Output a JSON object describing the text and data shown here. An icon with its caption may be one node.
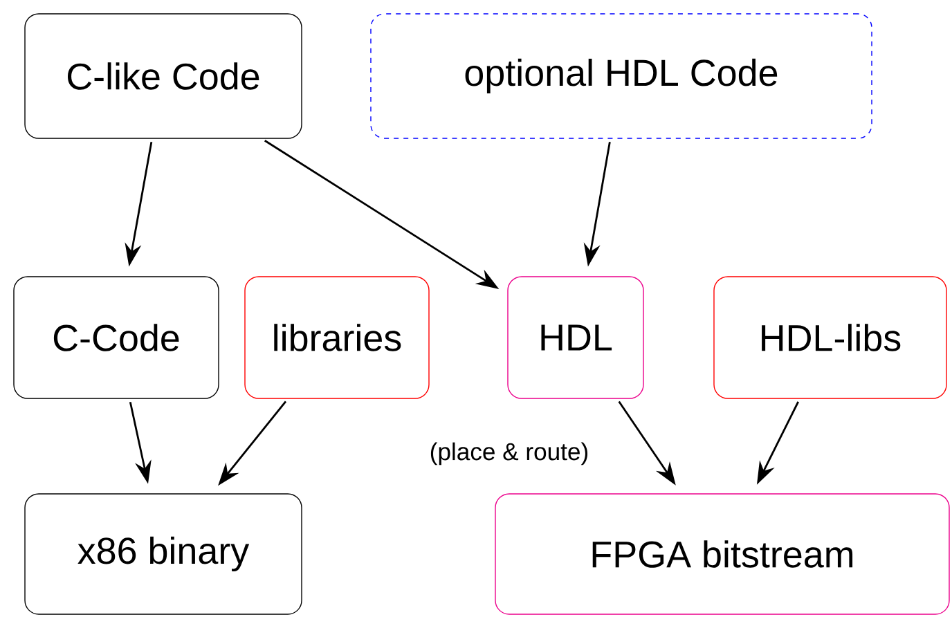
{
  "diagram": {
    "nodes": [
      {
        "text": [
          "C-like Code"
        ]
      },
      {
        "text": [
          "optional HDL Code"
        ]
      },
      {
        "text": [
          "C-Code"
        ]
      },
      {
        "text": [
          "libraries"
        ]
      },
      {
        "text": [
          "HDL"
        ]
      },
      {
        "text": [
          "HDL-libs"
        ]
      },
      {
        "text": [
          "x86 binary"
        ]
      },
      {
        "text": [
          "FPGA bitstream"
        ]
      }
    ],
    "edges": [
      {
        "from": 0,
        "to": 2,
        "arrow": "to"
      },
      {
        "from": 0,
        "to": 4,
        "arrow": "to"
      },
      {
        "from": 1,
        "to": 4,
        "arrow": "to"
      },
      {
        "from": 2,
        "to": 6,
        "arrow": "to"
      },
      {
        "from": 3,
        "to": 6,
        "arrow": "to"
      },
      {
        "from": 4,
        "to": 7,
        "arrow": "to",
        "label": "(place & route)"
      },
      {
        "from": 5,
        "to": 7,
        "arrow": "to"
      }
    ]
  }
}
